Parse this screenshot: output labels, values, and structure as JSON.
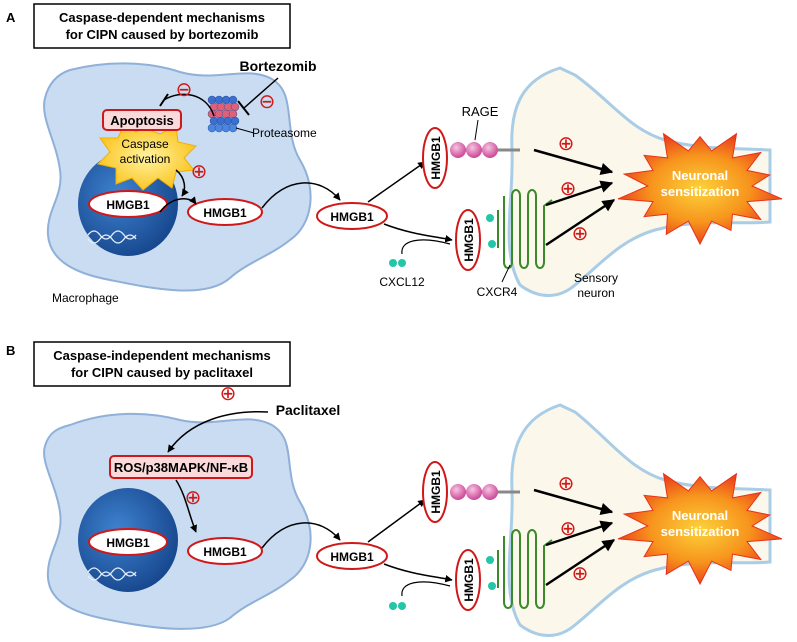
{
  "colors": {
    "cell_fill": "#c9dcf2",
    "cell_stroke": "#8fb0d8",
    "nucleus": "#1f5fb0",
    "hmgb1_stroke": "#d01818",
    "inhibit_red": "#d01818",
    "neuron_fill": "#fbf7ea",
    "neuron_stroke": "#a9cde6",
    "star_outer": "#e8321a",
    "star_inner": "#f7a21a",
    "rage_pink": "#e27ab6",
    "cxcr4_green": "#3a8a2a",
    "cxcl12_teal": "#23c6a6"
  },
  "panel_a": {
    "letter": "A",
    "title_line1": "Caspase-dependent mechanisms",
    "title_line2": "for CIPN caused by bortezomib",
    "drug": "Bortezomib",
    "apoptosis": "Apoptosis",
    "caspase_line1": "Caspase",
    "caspase_line2": "activation",
    "proteasome": "Proteasome",
    "hmgb1": "HMGB1",
    "rage": "RAGE",
    "cxcl12": "CXCL12",
    "cxcr4": "CXCR4",
    "sensory_line1": "Sensory",
    "sensory_line2": "neuron",
    "macrophage": "Macrophage",
    "neuronal_line1": "Neuronal",
    "neuronal_line2": "sensitization"
  },
  "panel_b": {
    "letter": "B",
    "title_line1": "Caspase-independent mechanisms",
    "title_line2": "for CIPN caused by paclitaxel",
    "drug": "Paclitaxel",
    "pathway": "ROS/p38MAPK/NF-κB",
    "hmgb1": "HMGB1",
    "neuronal_line1": "Neuronal",
    "neuronal_line2": "sensitization"
  },
  "symbols": {
    "plus": "⊕",
    "minus": "⊖"
  }
}
